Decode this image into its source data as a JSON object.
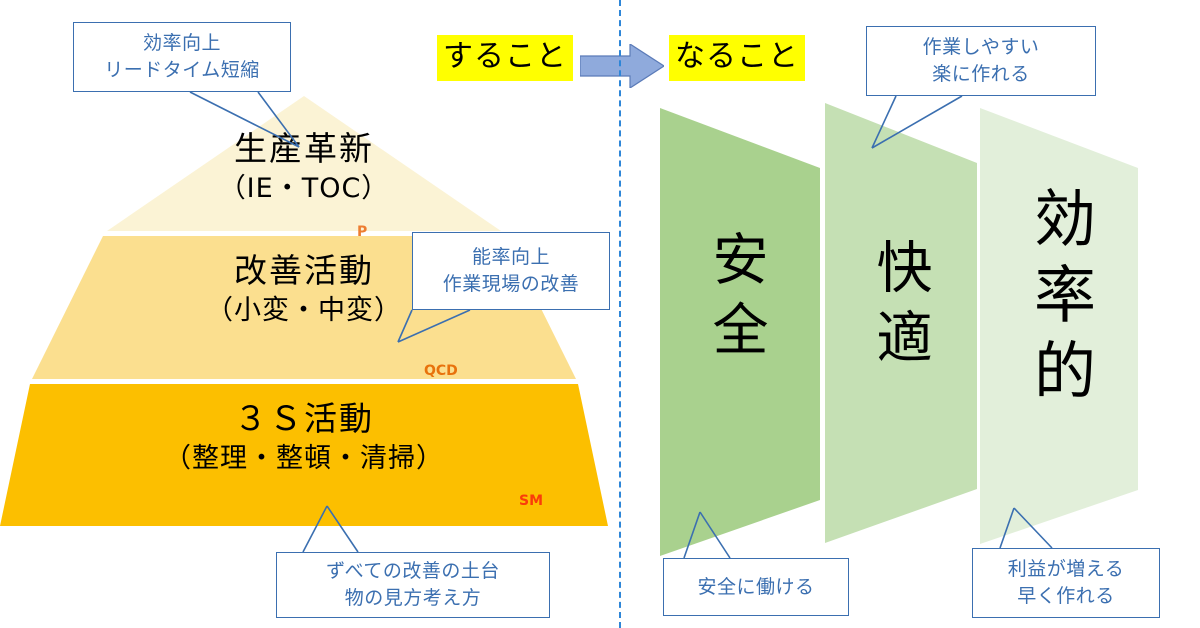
{
  "center": {
    "left_label": "すること",
    "right_label": "なること",
    "arrow": "right-arrow",
    "highlight_color": "#ffff00",
    "arrow_color": "#8faadc"
  },
  "divider": {
    "style": "dashed-vertical",
    "color": "#2e86d8"
  },
  "pyramid": {
    "tiers": [
      {
        "id": "tier-top",
        "main": "生産革新",
        "sub": "（IE・TOC）",
        "tag": "P",
        "fill": "#fbf3d5",
        "tag_color": "#ed7d31"
      },
      {
        "id": "tier-middle",
        "main": "改善活動",
        "sub": "（小変・中変）",
        "tag": "QCD",
        "fill": "#fbdf8f",
        "tag_color": "#e8720c"
      },
      {
        "id": "tier-bottom",
        "main": "３Ｓ活動",
        "sub": "（整理・整頓・清掃）",
        "tag": "SM",
        "fill": "#fcbf00",
        "tag_color": "#fa3c0a"
      }
    ]
  },
  "outcomes": [
    {
      "id": "outcome-safety",
      "label": "安全",
      "fill": "#a9d18e"
    },
    {
      "id": "outcome-comfort",
      "label": "快適",
      "fill": "#c5e0b4"
    },
    {
      "id": "outcome-efficiency",
      "label": "効率的",
      "fill": "#e2efda"
    }
  ],
  "callouts": {
    "efficiency_up": {
      "line1": "効率向上",
      "line2": "リードタイム短縮"
    },
    "kaizen": {
      "line1": "能率向上",
      "line2": "作業現場の改善"
    },
    "foundation": {
      "line1": "ずべての改善の土台",
      "line2": "物の見方考え方"
    },
    "easy_work": {
      "line1": "作業しやすい",
      "line2": "楽に作れる"
    },
    "safe_work": {
      "line1": "安全に働ける",
      "line2": ""
    },
    "profit": {
      "line1": "利益が増える",
      "line2": "早く作れる"
    }
  },
  "style": {
    "callout_border": "#3b6fb0",
    "callout_text": "#3b6fb0",
    "background": "#ffffff"
  }
}
